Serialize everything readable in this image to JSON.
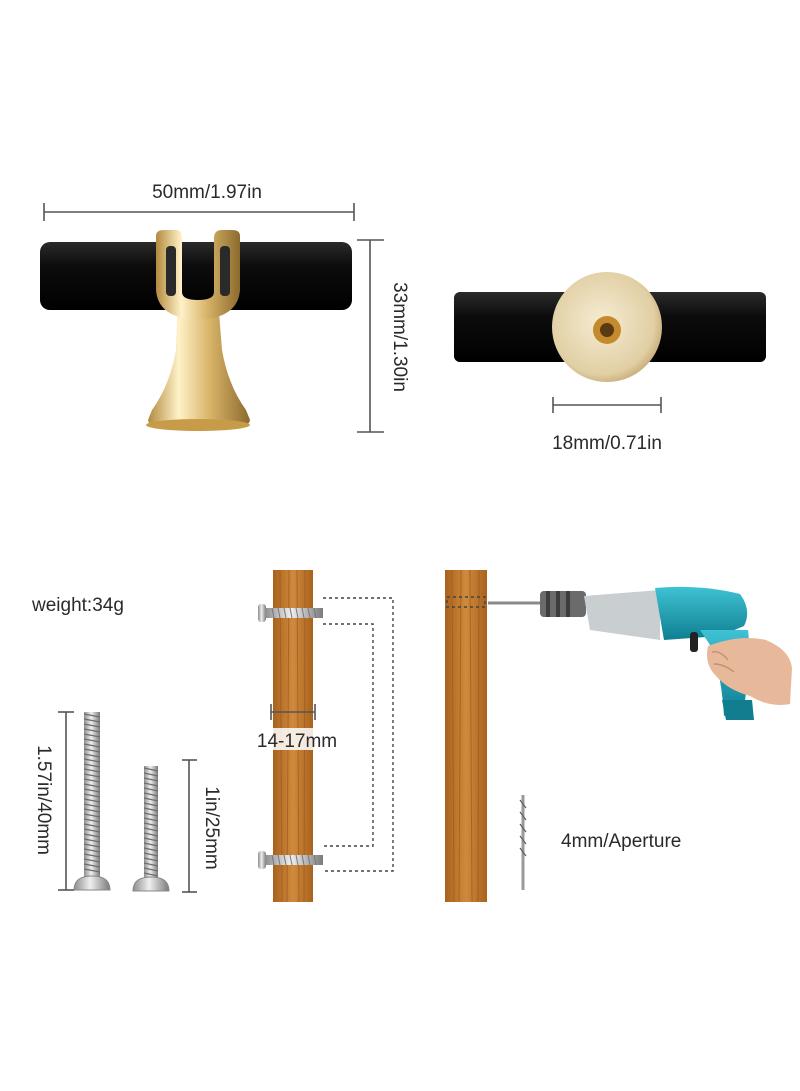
{
  "knob_front": {
    "width_label": "50mm/1.97in",
    "height_label": "33mm/1.30in"
  },
  "knob_back": {
    "base_label": "18mm/0.71in"
  },
  "weight_label": "weight:34g",
  "screws": {
    "long_label": "1.57in/40mm",
    "short_label": "1in/25mm"
  },
  "panel_thickness_label": "14-17mm",
  "drill_aperture_label": "4mm/Aperture",
  "colors": {
    "bar": "#101010",
    "gold": "#d9b56a",
    "wood": "#c07a2e",
    "drill_body": "#1a9bb0",
    "screw": "#b8b8b8"
  }
}
